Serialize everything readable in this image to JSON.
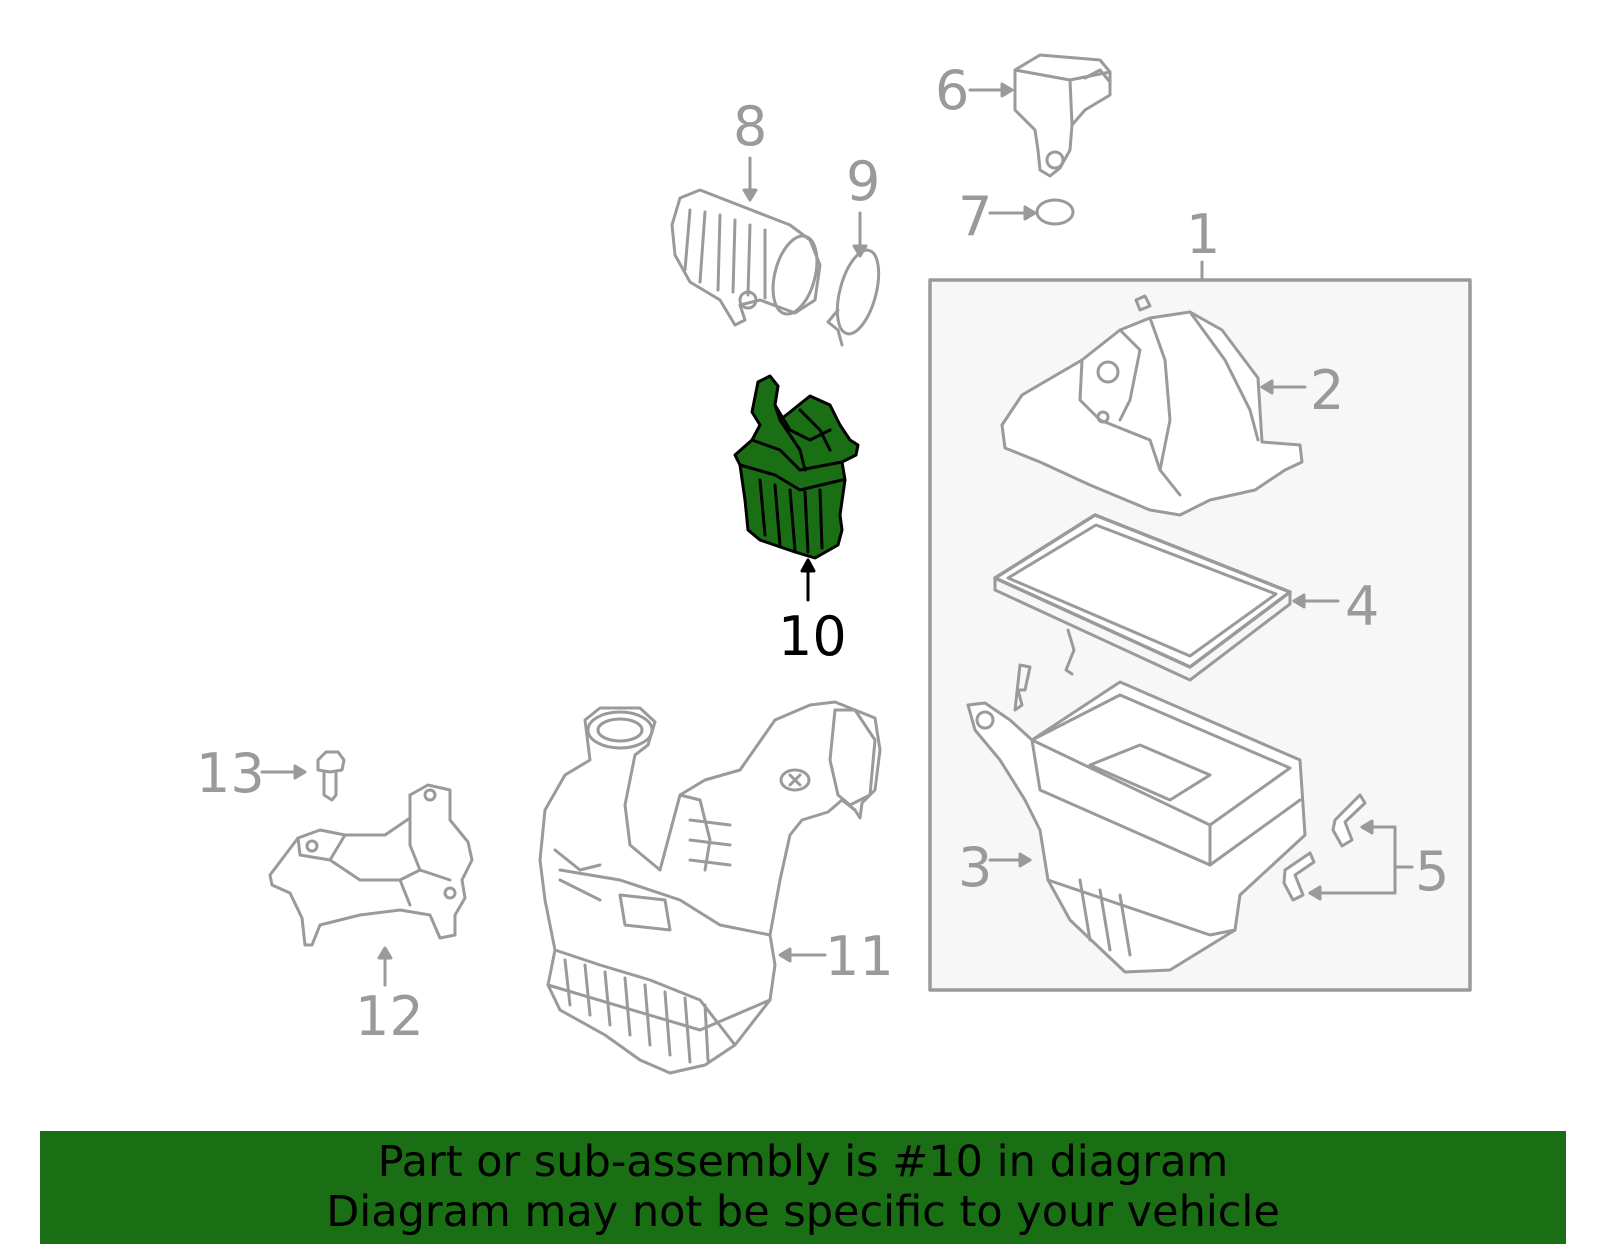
{
  "diagram": {
    "highlight_color": "#1a6e14",
    "line_color": "#9a9a9a",
    "callouts": {
      "c1": "1",
      "c2": "2",
      "c3": "3",
      "c4": "4",
      "c5": "5",
      "c6": "6",
      "c7": "7",
      "c8": "8",
      "c9": "9",
      "c10": "10",
      "c11": "11",
      "c12": "12",
      "c13": "13"
    },
    "highlighted_part": "10"
  },
  "banner": {
    "line1": "Part or sub-assembly is #10 in diagram",
    "line2": "Diagram may not be specific to your vehicle",
    "background": "#1a6e14"
  }
}
